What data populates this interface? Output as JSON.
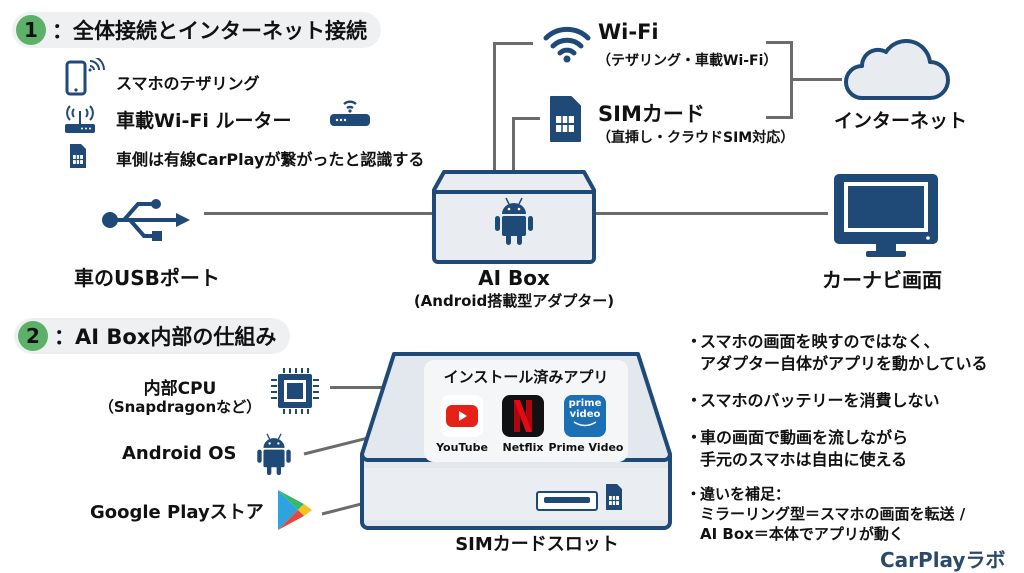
{
  "section1": {
    "number": "1",
    "title": "：全体接続とインターネット接続",
    "options": [
      {
        "icon": "smartphone-tethering-icon",
        "label": "スマホのテザリング"
      },
      {
        "icon": "wifi-router-icon",
        "label": "車載Wi-Fi ルーター"
      },
      {
        "icon": "sim-card-icon",
        "label": "車側は有線CarPlayが繋がったと認識する"
      }
    ]
  },
  "connections": {
    "wifi": {
      "icon": "wifi-icon",
      "title": "Wi-Fi",
      "subtitle": "（テザリング・車載Wi-Fi）"
    },
    "sim": {
      "icon": "sim-card-icon",
      "title": "SIMカード",
      "subtitle": "（直挿し・クラウドSIM対応）"
    },
    "internet": {
      "icon": "cloud-icon",
      "label": "インターネット"
    }
  },
  "usb": {
    "icon": "usb-icon",
    "label": "車のUSBポート"
  },
  "aibox": {
    "icon": "android-icon",
    "title": "AI Box",
    "subtitle": "(Android搭載型アダプター)"
  },
  "navi": {
    "icon": "monitor-icon",
    "label": "カーナビ画面"
  },
  "section2": {
    "number": "2",
    "title": "：AI Box内部の仕組み",
    "components": [
      {
        "icon": "cpu-chip-icon",
        "label_line1": "内部CPU",
        "label_line2": "（Snapdragonなど）"
      },
      {
        "icon": "android-icon",
        "label_line1": "Android OS"
      },
      {
        "icon": "google-play-icon",
        "label_line1": "Google Playストア"
      }
    ],
    "installed_apps": {
      "title": "インストール済みアプリ",
      "apps": [
        {
          "name": "YouTube",
          "color": "#e62117"
        },
        {
          "name": "Netflix",
          "color": "#d81f26"
        },
        {
          "name": "Prime Video",
          "color": "#1a6fb5",
          "logo_text1": "prime",
          "logo_text2": "video"
        }
      ]
    },
    "sim_slot_label": "SIMカードスロット"
  },
  "bullets": [
    {
      "line1": "スマホの画面を映すのではなく、",
      "line2": "アダプター自体がアプリを動かしている"
    },
    {
      "line1": "スマホのバッテリーを消費しない"
    },
    {
      "line1": "車の画面で動画を流しながら",
      "line2": "手元のスマホは自由に使える"
    },
    {
      "line1": "違いを補足：",
      "line2": "ミラーリング型＝スマホの画面を転送 /",
      "line3": "AI Box＝本体でアプリが動く"
    }
  ],
  "bullet_mark": "・",
  "brand": "CarPlayラボ",
  "colors": {
    "navy": "#1f4a78",
    "green": "#5cb06a",
    "line": "#6b6b6b",
    "pill_bg": "#eef0f2"
  }
}
